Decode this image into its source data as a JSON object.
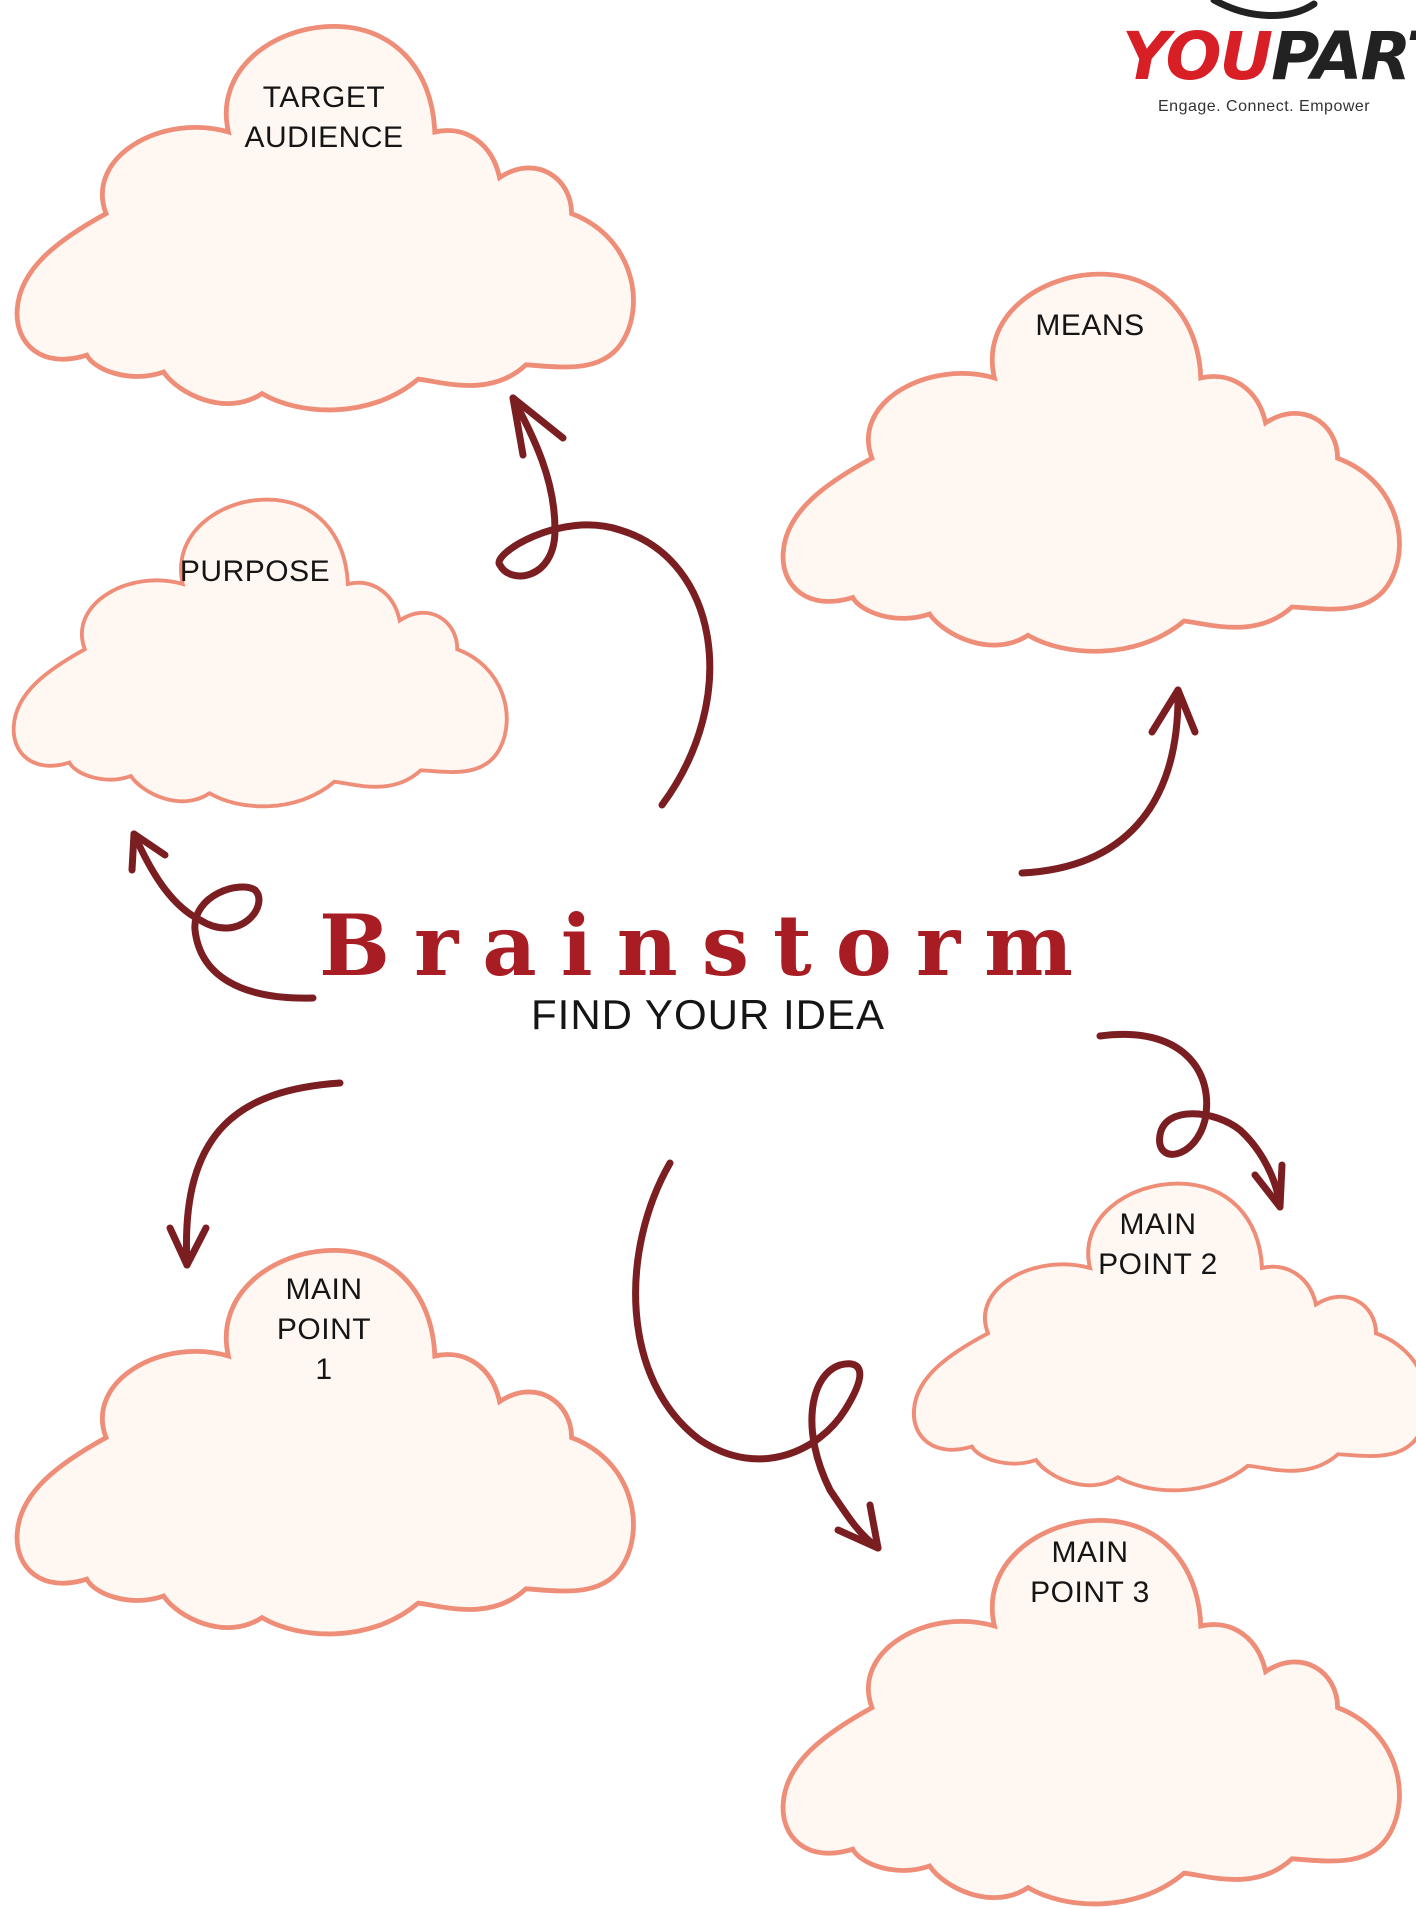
{
  "title": "Brainstorm",
  "subtitle": "FIND YOUR IDEA",
  "logo": {
    "you": "YOU",
    "part": "PART",
    "tagline": "Engage. Connect. Empower"
  },
  "clouds": {
    "target_audience": "TARGET\nAUDIENCE",
    "purpose": "PURPOSE",
    "means": "MEANS",
    "main_point_1": "MAIN\nPOINT\n1",
    "main_point_2": "MAIN\nPOINT 2",
    "main_point_3": "MAIN\nPOINT 3"
  },
  "colors": {
    "title": "#a81d24",
    "arrow": "#7a1e22",
    "cloud_fill": "#fff7f1",
    "cloud_stroke": "#ee8d78"
  }
}
